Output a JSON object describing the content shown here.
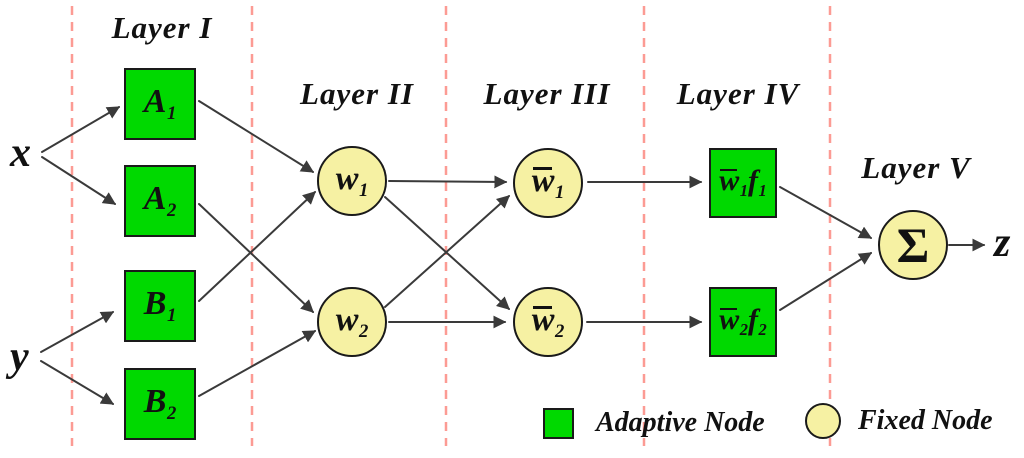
{
  "layer_titles": {
    "layer1": "Layer I",
    "layer2": "Layer II",
    "layer3": "Layer III",
    "layer4": "Layer IV",
    "layer5": "Layer V"
  },
  "inputs": {
    "x_label": "x",
    "y_label": "y"
  },
  "output_label": "z",
  "nodes": {
    "a1": {
      "base": "A",
      "sub": "1"
    },
    "a2": {
      "base": "A",
      "sub": "2"
    },
    "b1": {
      "base": "B",
      "sub": "1"
    },
    "b2": {
      "base": "B",
      "sub": "2"
    },
    "w1": {
      "base": "w",
      "sub": "1"
    },
    "w2": {
      "base": "w",
      "sub": "2"
    },
    "wbar1": {
      "base": "w",
      "sub": "1",
      "overline": true
    },
    "wbar2": {
      "base": "w",
      "sub": "2",
      "overline": true
    },
    "wf1": {
      "base1": "w",
      "sub1": "1",
      "base2": "f",
      "sub2": "1",
      "overline1": true
    },
    "wf2": {
      "base1": "w",
      "sub1": "2",
      "base2": "f",
      "sub2": "2",
      "overline1": true
    },
    "sum": {
      "symbol": "Σ"
    }
  },
  "legend": {
    "adaptive_label": "Adaptive Node",
    "fixed_label": "Fixed Node"
  },
  "colors": {
    "adaptive_node": "#00d900",
    "fixed_node": "#f6f1a3",
    "layer_divider": "#fc9b94",
    "connector": "#3a3a3a",
    "node_border": "#1a1a1a"
  }
}
